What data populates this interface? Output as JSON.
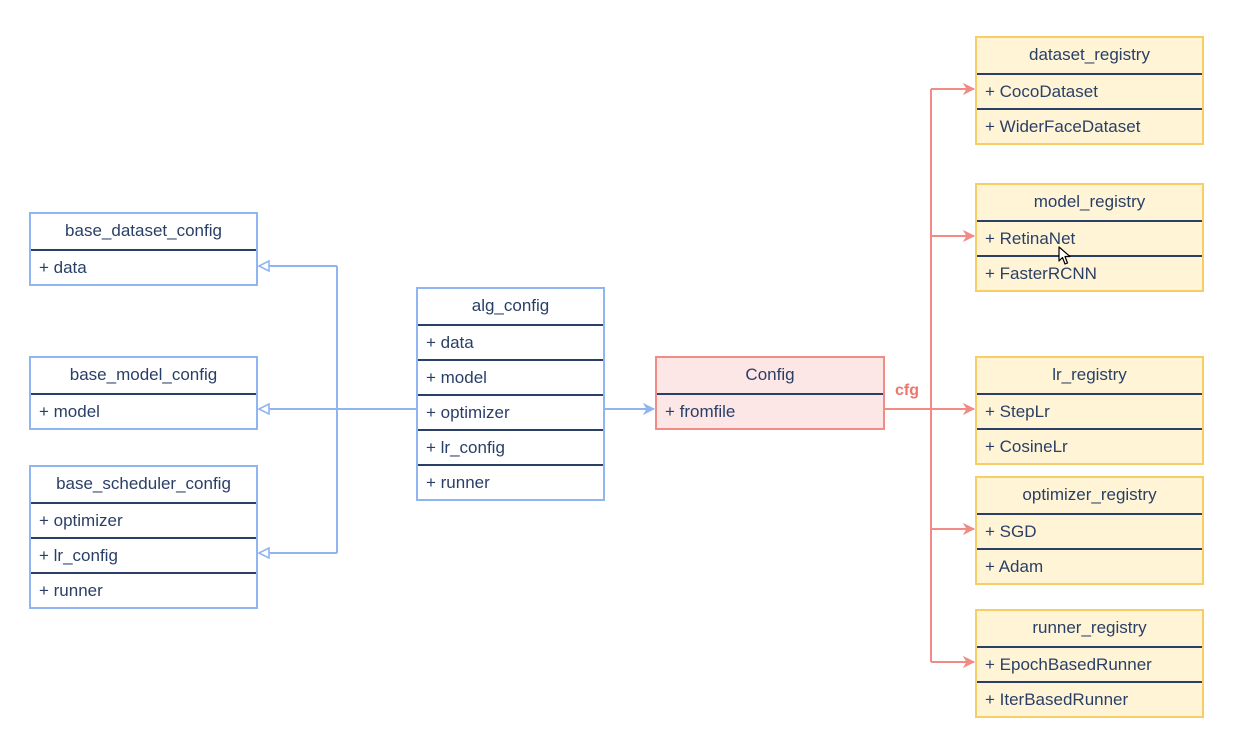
{
  "base_configs": [
    {
      "title": "base_dataset_config",
      "attrs": [
        "+ data"
      ]
    },
    {
      "title": "base_model_config",
      "attrs": [
        "+ model"
      ]
    },
    {
      "title": "base_scheduler_config",
      "attrs": [
        "+ optimizer",
        "+ lr_config",
        "+ runner"
      ]
    }
  ],
  "alg_config": {
    "title": "alg_config",
    "attrs": [
      "+ data",
      "+ model",
      "+ optimizer",
      "+ lr_config",
      "+ runner"
    ]
  },
  "config": {
    "title": "Config",
    "attrs": [
      "+ fromfile"
    ]
  },
  "edge_label": "cfg",
  "registries": [
    {
      "title": "dataset_registry",
      "attrs": [
        "+ CocoDataset",
        "+ WiderFaceDataset"
      ]
    },
    {
      "title": "model_registry",
      "attrs": [
        "+ RetinaNet",
        "+ FasterRCNN"
      ]
    },
    {
      "title": "lr_registry",
      "attrs": [
        "+ StepLr",
        "+ CosineLr"
      ]
    },
    {
      "title": "optimizer_registry",
      "attrs": [
        "+ SGD",
        "+ Adam"
      ]
    },
    {
      "title": "runner_registry",
      "attrs": [
        "+ EpochBasedRunner",
        "+ IterBasedRunner"
      ]
    }
  ],
  "colors": {
    "inherit_line": "#8fb6f0",
    "registry_line": "#f08c85",
    "config_fill": "#fde6e6",
    "registry_fill": "#fff5d6"
  }
}
